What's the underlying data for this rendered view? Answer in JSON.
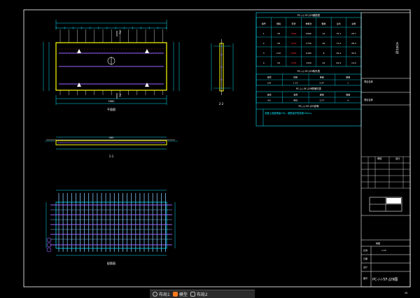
{
  "drawing": {
    "plan_label": "平面图",
    "side_label": "2-2",
    "elevation_label": "1-1",
    "rebar_label": "配筋图",
    "section_mark": "2",
    "dim_overall": "5980",
    "dim_small": "495"
  },
  "tables": {
    "t1_title": "PC-/-/-5F-J29钢筋表",
    "t1_headers": [
      "编号",
      "规格",
      "形状",
      "单根长",
      "根数",
      "总长",
      "总重"
    ],
    "t1_rows": [
      [
        "1",
        "C8",
        "5980",
        "6260",
        "12",
        "75.1",
        "29.7"
      ],
      [
        "2",
        "C8",
        "2450",
        "2730",
        "26",
        "71.0",
        "28.0"
      ],
      [
        "3",
        "C10",
        "5980",
        "6180",
        "8",
        "49.4",
        "30.5"
      ],
      [
        "4",
        "C6",
        "1280",
        "1430",
        "44",
        "62.9",
        "14.0"
      ]
    ],
    "t2_title": "PC-/-/-5F-J29构件表",
    "t2_headers": [
      "编号",
      "体积",
      "重量",
      "数量"
    ],
    "t2_rows": [
      [
        "J29",
        "1.15",
        "2.87",
        "1"
      ]
    ],
    "t3_title": "PC-/-/-5F-J29预埋件表",
    "t3_headers": [
      "编号",
      "名称",
      "规格",
      "数量"
    ],
    "t3_rows": [
      [
        "M1",
        "吊钉",
        "2.5T",
        "4"
      ]
    ],
    "t4_title": "PC-/-/-5F-J29说明",
    "t4_note": "混凝土强度等级C30，钢筋保护层厚度15mm。"
  },
  "titleblock": {
    "company": "大设计院",
    "project_label": "项目名称",
    "check_label": "审核",
    "design_label": "设计",
    "drawn_label": "制图",
    "scale_label": "比例",
    "scale_value": "1:25",
    "date_label": "日期",
    "drawing_no_label": "图号",
    "drawing_no_value": "PC-/-/-5F-J29图",
    "sheet": "29"
  },
  "taskbar": {
    "layout1": "布局1",
    "model": "模型",
    "layout2": "布局2"
  },
  "colors": {
    "frame": "#ffffff",
    "dim": "#00e5ff",
    "slab": "#ffff00",
    "rebar_main": "#9a62ff",
    "rebar_cross": "#7ec8ff",
    "accent": "#ff3030",
    "green": "#00ff66"
  }
}
